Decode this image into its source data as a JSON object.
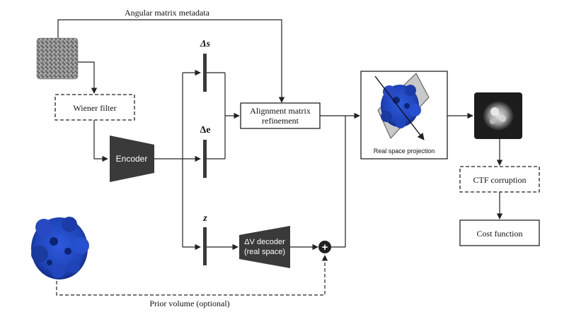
{
  "labels": {
    "metadata": "Angular matrix metadata",
    "wiener": "Wiener filter",
    "encoder": "Encoder",
    "delta_s": "Δs",
    "delta_e": "Δe",
    "z": "z",
    "alignment_line1": "Alignment matrix",
    "alignment_line2": "refinement",
    "decoder_line1": "ΔV decoder",
    "decoder_line2": "(real space)",
    "projection": "Real space projection",
    "ctf": "CTF corruption",
    "cost": "Cost function",
    "prior": "Prior volume (optional)",
    "plus": "+"
  },
  "colors": {
    "line": "#222222",
    "trapezoid": "#3a3a3a",
    "volume_blue": "#1f44b8",
    "volume_dark": "#0d2470",
    "micrograph_gray": "#8a8a8a",
    "plane_gray": "#c8c8c8",
    "ctf_image_bg": "#1c1c1c"
  },
  "icons": {
    "micrograph": "noisy-micrograph-image",
    "volume": "protein-volume-render",
    "projection_plane": "projection-plane",
    "ctf_image": "projected-2d-image",
    "sum": "plus-node-icon"
  }
}
